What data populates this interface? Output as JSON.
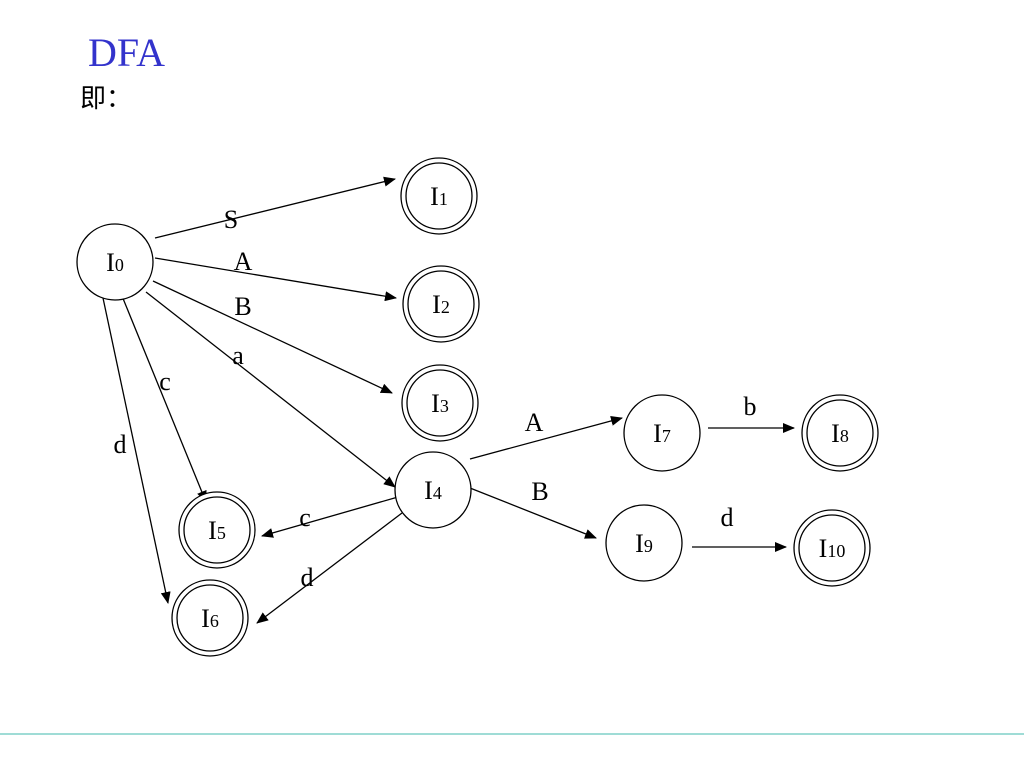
{
  "slide": {
    "title": "DFA",
    "subtitle": "即：",
    "accent_color": "#3333cc",
    "rule_color": "#9fdcd6"
  },
  "states": [
    {
      "id": "I0",
      "base": "I",
      "sub": "0",
      "accepting": false
    },
    {
      "id": "I1",
      "base": "I",
      "sub": "1",
      "accepting": true
    },
    {
      "id": "I2",
      "base": "I",
      "sub": "2",
      "accepting": true
    },
    {
      "id": "I3",
      "base": "I",
      "sub": "3",
      "accepting": true
    },
    {
      "id": "I4",
      "base": "I",
      "sub": "4",
      "accepting": false
    },
    {
      "id": "I5",
      "base": "I",
      "sub": "5",
      "accepting": true
    },
    {
      "id": "I6",
      "base": "I",
      "sub": "6",
      "accepting": true
    },
    {
      "id": "I7",
      "base": "I",
      "sub": "7",
      "accepting": false
    },
    {
      "id": "I8",
      "base": "I",
      "sub": "8",
      "accepting": true
    },
    {
      "id": "I9",
      "base": "I",
      "sub": "9",
      "accepting": false
    },
    {
      "id": "I10",
      "base": "I",
      "sub": "10",
      "accepting": true
    }
  ],
  "transitions": [
    {
      "from": "I0",
      "to": "I1",
      "label": "S"
    },
    {
      "from": "I0",
      "to": "I2",
      "label": "A"
    },
    {
      "from": "I0",
      "to": "I3",
      "label": "B"
    },
    {
      "from": "I0",
      "to": "I4",
      "label": "a"
    },
    {
      "from": "I0",
      "to": "I5",
      "label": "c"
    },
    {
      "from": "I0",
      "to": "I6",
      "label": "d"
    },
    {
      "from": "I4",
      "to": "I5",
      "label": "c"
    },
    {
      "from": "I4",
      "to": "I6",
      "label": "d"
    },
    {
      "from": "I4",
      "to": "I7",
      "label": "A"
    },
    {
      "from": "I4",
      "to": "I9",
      "label": "B"
    },
    {
      "from": "I7",
      "to": "I8",
      "label": "b"
    },
    {
      "from": "I9",
      "to": "I10",
      "label": "d"
    }
  ]
}
